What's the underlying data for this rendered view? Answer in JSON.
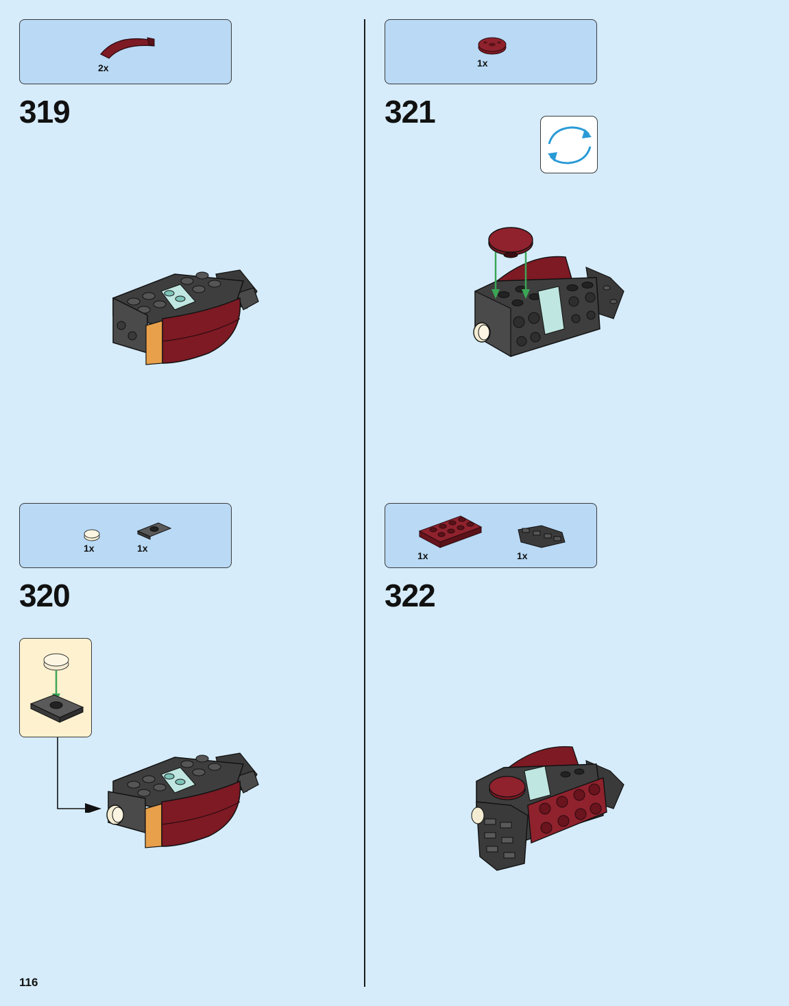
{
  "page_number": "116",
  "steps": [
    {
      "number": "319",
      "parts": [
        {
          "name": "dark red curved slope",
          "qty": "2x"
        }
      ]
    },
    {
      "number": "320",
      "parts": [
        {
          "name": "tan round tile",
          "qty": "1x"
        },
        {
          "name": "dark grey jumper plate",
          "qty": "1x"
        }
      ]
    },
    {
      "number": "321",
      "parts": [
        {
          "name": "dark red round plate",
          "qty": "1x"
        }
      ]
    },
    {
      "number": "322",
      "parts": [
        {
          "name": "dark red plate 2x4",
          "qty": "1x"
        },
        {
          "name": "black hand piece",
          "qty": "1x"
        }
      ]
    }
  ],
  "icons": {
    "rotate": "rotate-model-icon"
  },
  "colors": {
    "page_bg": "#d6ecfb",
    "parts_box_bg": "#b9d9f5",
    "callout_bg": "#fdf1cf",
    "arrow_green": "#3aa655",
    "dark_red": "#7d1a24",
    "black_brick": "#3a3a3a",
    "trans_light_blue": "#bfe6e0",
    "orange_tile": "#e8a04a"
  }
}
